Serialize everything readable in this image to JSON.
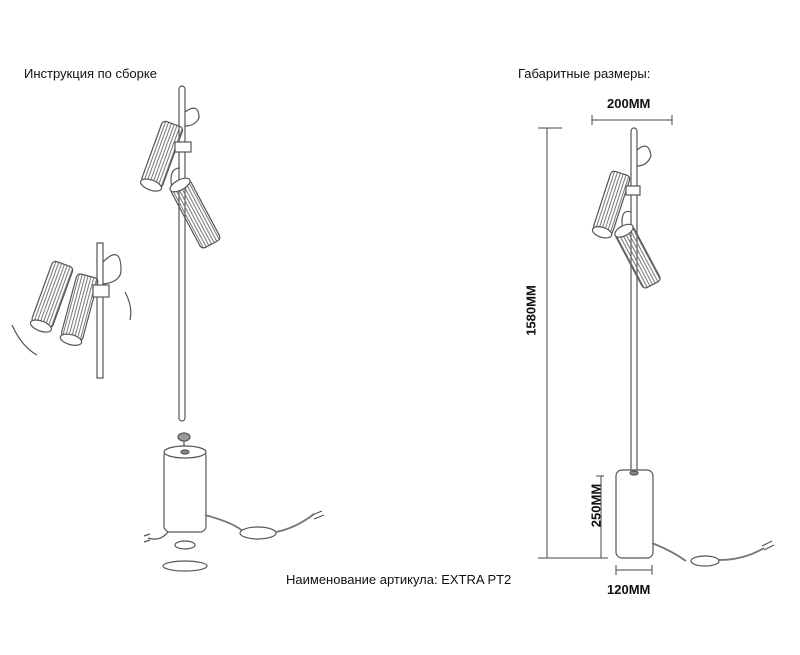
{
  "headings": {
    "assembly": "Инструкция по сборке",
    "dimensions": "Габаритные размеры:"
  },
  "article": "Наименование артикула: EXTRA PT2",
  "dimensions": {
    "width": "200MM",
    "height": "1580MM",
    "base_height": "250MM",
    "base_diameter": "120MM"
  }
}
